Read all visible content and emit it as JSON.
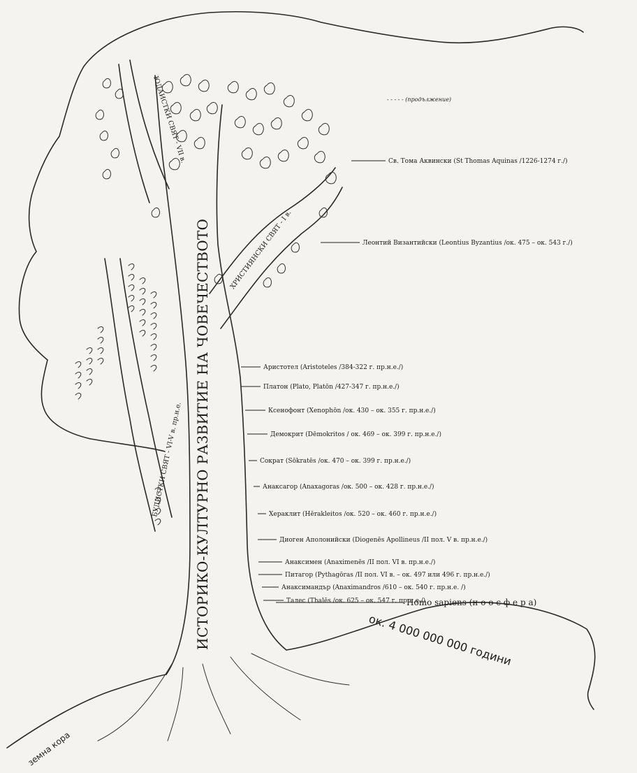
{
  "title": "ИСТОРИКО-КУЛТУРНО РАЗВИТИЕ НА ЧОВЕЧЕСТВОТО",
  "continuation": "- - - - - (продължение)",
  "branches": [
    {
      "id": "judaic",
      "label": "ЮДАИСТКИ СВЯТ - VII в."
    },
    {
      "id": "christian",
      "label": "ХРИСТИЯНСКИ СВЯТ - I в."
    },
    {
      "id": "buddhist",
      "label": "БУДИСТКИ СВЯТ - VI-V в. пр.н.е."
    }
  ],
  "upper_figures": [
    "Св. Тома Аквински (St Thomas Aquinas /1226-1274 г./)",
    "Леонтий Византийски (Leontius Byzantius /ок. 475 – ок. 543 г./)"
  ],
  "philosophers": [
    "Аристотел (Aristoteles /384-322 г. пр.н.е./)",
    "Платон (Plato, Platōn /427-347 г. пр.н.е./)",
    "Ксенофонт (Xenophōn /ок. 430 – ок. 355 г. пр.н.е./)",
    "Демокрит (Dēmokritos / ок. 469 – ок. 399 г. пр.н.е./)",
    "Сократ (Sōkratēs /ок. 470 – ок. 399 г. пр.н.е./)",
    "Анаксагор (Anaxagoras /ок. 500 – ок. 428 г. пр.н.е./)",
    "Хераклит (Hērakleitos /ок. 520 – ок. 460 г. пр.н.е./)",
    "Диоген Аполонийски (Diogenēs Apollineus /II пол. V в. пр.н.е./)",
    "Анаксимен (Anaximenēs /II пол. VI в. пр.н.е./)",
    "Питагор (Pythagōras /II пол. VI в. – ок. 497 или 496 г. пр.н.е./)",
    "Анаксимандър (Anaximandros /610 – ок. 540 г. пр.н.е. /)",
    "Талес (Thalēs /ок. 625 – ок. 547 г. пр.н.е./)"
  ],
  "homo_sapiens": "Homo sapiens (н о о с ф е р а)",
  "age": "ок. 4 000 000 000 години",
  "earth_crust": "земна кора"
}
